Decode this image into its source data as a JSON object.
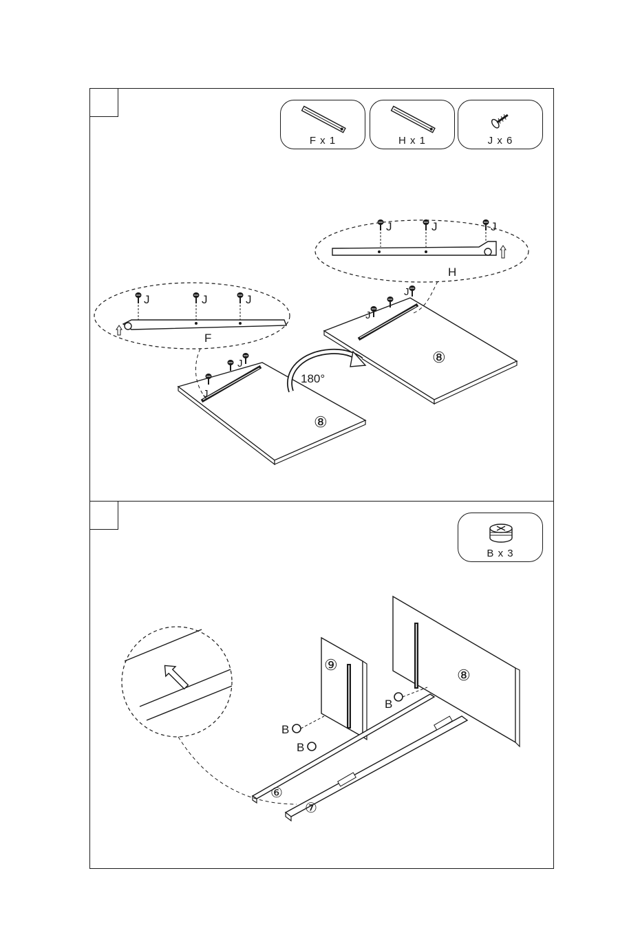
{
  "step1": {
    "parts": [
      {
        "label": "F x 1",
        "icon": "slide-rail-icon"
      },
      {
        "label": "H x 1",
        "icon": "slide-rail-icon"
      },
      {
        "label": "J x 6",
        "icon": "screw-icon"
      }
    ],
    "callouts": {
      "screw": "J",
      "rail_left": "F",
      "rail_right": "H",
      "rotation": "180°",
      "panel": "⑧"
    }
  },
  "step2": {
    "parts": [
      {
        "label": "B x 3",
        "icon": "cam-lock-icon"
      }
    ],
    "callouts": {
      "cam": "B",
      "panel_side": "⑨",
      "panel_back": "⑧",
      "rail_front": "⑥",
      "rail_back": "⑦"
    }
  }
}
